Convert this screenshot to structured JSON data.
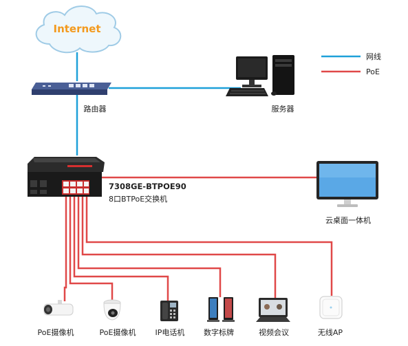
{
  "cloud": {
    "label": "Internet"
  },
  "legend": {
    "items": [
      {
        "label": "网线",
        "color": "#1ea0d9"
      },
      {
        "label": "PoE",
        "color": "#e04848"
      }
    ]
  },
  "router": {
    "label": "路由器"
  },
  "server": {
    "label": "服务器"
  },
  "switch": {
    "model": "7308GE-BTPOE90",
    "description": "8口BTPoE交换机"
  },
  "desktop": {
    "label": "云桌面一体机"
  },
  "devices": [
    {
      "id": "poe-camera-1",
      "label": "PoE摄像机",
      "icon": "bullet-camera-icon"
    },
    {
      "id": "poe-camera-2",
      "label": "PoE摄像机",
      "icon": "dome-camera-icon"
    },
    {
      "id": "ip-phone",
      "label": "IP电话机",
      "icon": "ip-phone-icon"
    },
    {
      "id": "digital-signage",
      "label": "数字标牌",
      "icon": "digital-signage-icon"
    },
    {
      "id": "video-conference",
      "label": "视频会议",
      "icon": "video-conference-icon"
    },
    {
      "id": "wireless-ap",
      "label": "无线AP",
      "icon": "wireless-ap-icon"
    }
  ],
  "colors": {
    "network": "#1ea0d9",
    "poe": "#e04848"
  }
}
